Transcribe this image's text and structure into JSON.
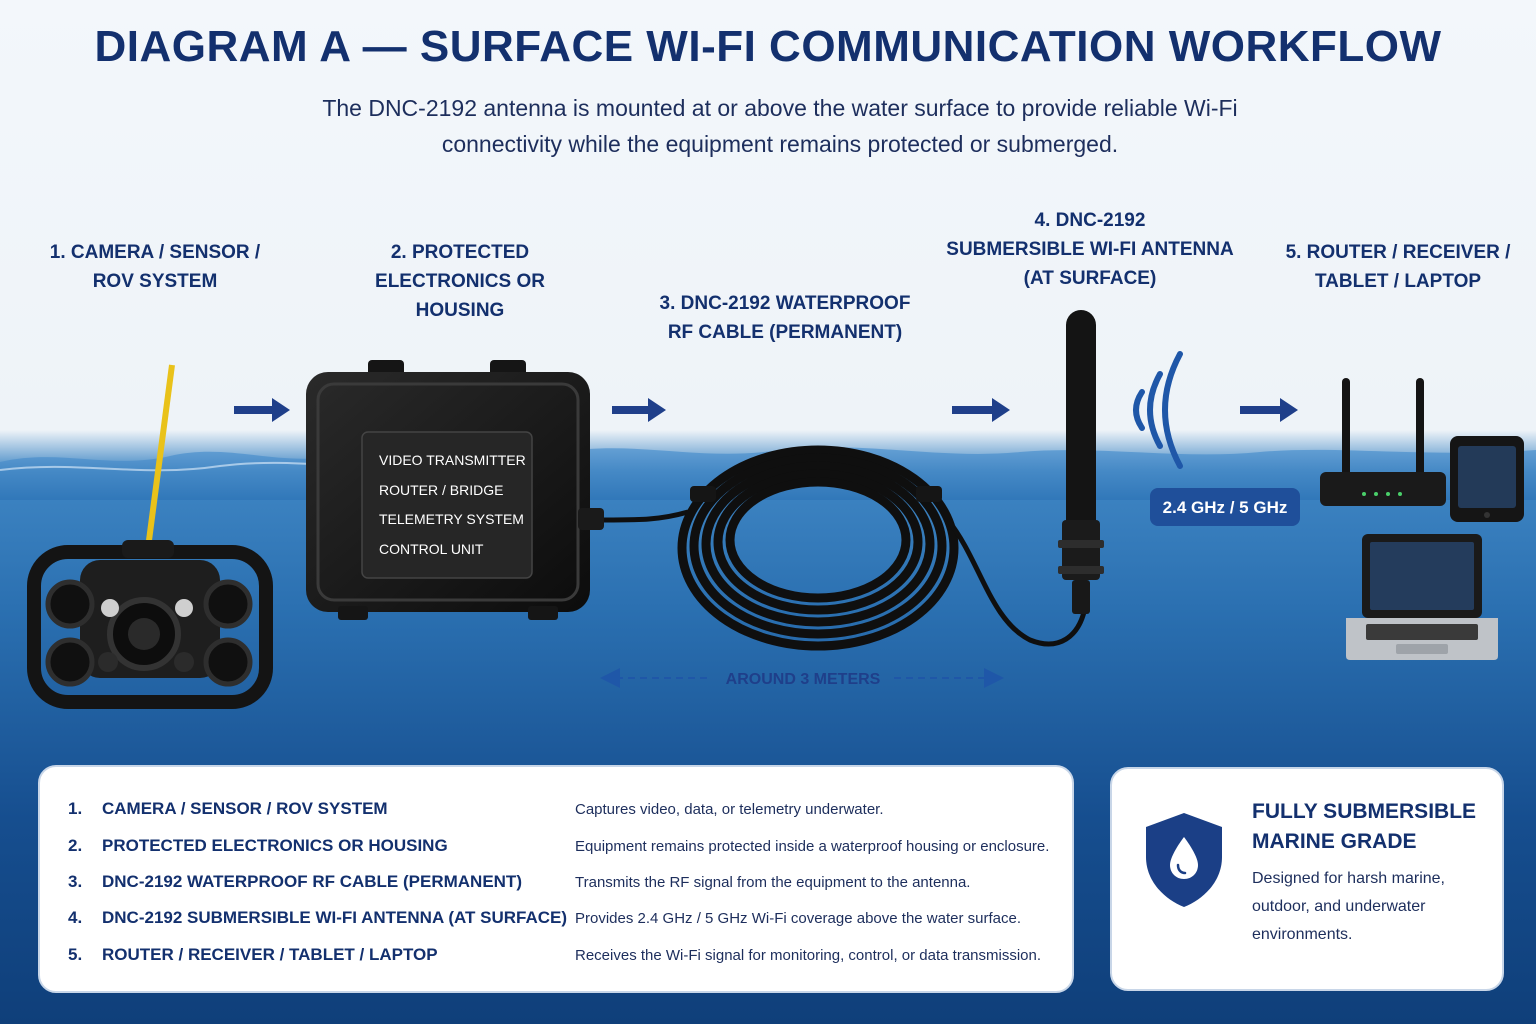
{
  "header": {
    "title": "DIAGRAM A — SURFACE WI-FI COMMUNICATION WORKFLOW",
    "subtitle_line1": "The DNC-2192 antenna is mounted at or above the water surface to provide reliable Wi-Fi",
    "subtitle_line2": "connectivity while the equipment remains protected or submerged."
  },
  "steps": [
    {
      "lines": [
        "1. CAMERA / SENSOR /",
        "ROV SYSTEM"
      ]
    },
    {
      "lines": [
        "2. PROTECTED",
        "ELECTRONICS OR",
        "HOUSING"
      ]
    },
    {
      "lines": [
        "3. DNC-2192 WATERPROOF",
        "RF CABLE (PERMANENT)"
      ]
    },
    {
      "lines": [
        "4. DNC-2192",
        "SUBMERSIBLE WI-FI ANTENNA",
        "(AT SURFACE)"
      ]
    },
    {
      "lines": [
        "5. ROUTER / RECEIVER /",
        "TABLET / LAPTOP"
      ]
    }
  ],
  "housing_screen": [
    "VIDEO TRANSMITTER",
    "ROUTER / BRIDGE",
    "TELEMETRY SYSTEM",
    "CONTROL UNIT"
  ],
  "frequency_badge": "2.4 GHz / 5 GHz",
  "distance_label": "AROUND 3 METERS",
  "legend": [
    {
      "num": "1.",
      "name": "CAMERA / SENSOR / ROV SYSTEM",
      "desc": "Captures video, data, or telemetry underwater."
    },
    {
      "num": "2.",
      "name": "PROTECTED ELECTRONICS OR HOUSING",
      "desc": "Equipment remains protected inside a waterproof housing or enclosure."
    },
    {
      "num": "3.",
      "name": "DNC-2192 WATERPROOF RF CABLE (PERMANENT)",
      "desc": "Transmits the RF signal from the equipment to the antenna."
    },
    {
      "num": "4.",
      "name": "DNC-2192 SUBMERSIBLE WI-FI ANTENNA (AT SURFACE)",
      "desc": "Provides 2.4 GHz / 5 GHz Wi-Fi coverage above the water surface."
    },
    {
      "num": "5.",
      "name": "ROUTER / RECEIVER / TABLET / LAPTOP",
      "desc": "Receives the Wi-Fi signal for monitoring, control, or data transmission."
    }
  ],
  "feature_card": {
    "title_line1": "FULLY SUBMERSIBLE",
    "title_line2": "MARINE GRADE",
    "text_line1": "Designed for harsh marine,",
    "text_line2": "outdoor, and underwater",
    "text_line3": "environments."
  },
  "colors": {
    "navy": "#13306e",
    "accent_blue": "#1f57a8",
    "water": "#2a6fb0",
    "device_black": "#151515"
  },
  "icons": [
    "shield-water-drop-icon",
    "wifi-waves-icon",
    "flow-arrow-icon"
  ]
}
